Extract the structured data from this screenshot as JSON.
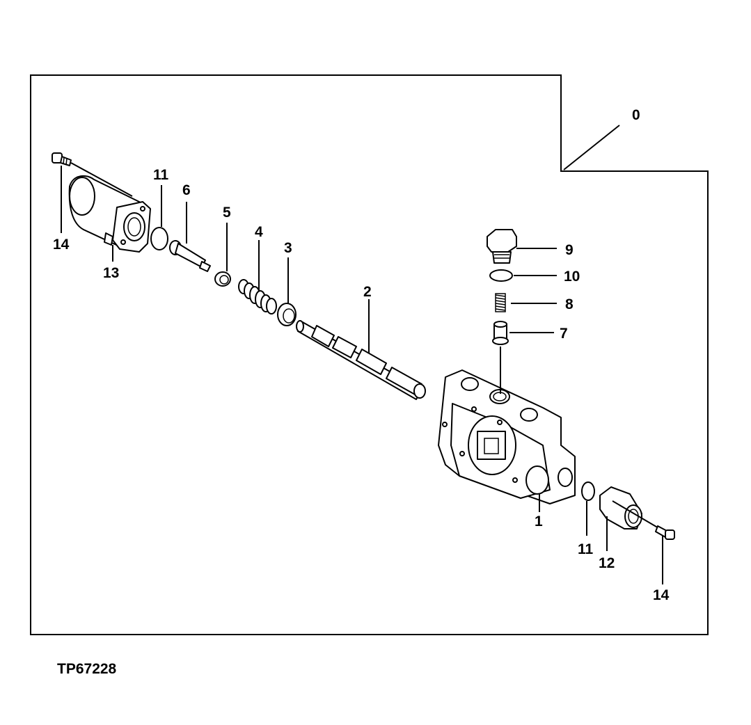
{
  "figure_id": "TP67228",
  "callouts": {
    "c0": "0",
    "c1": "1",
    "c2": "2",
    "c3": "3",
    "c4": "4",
    "c5": "5",
    "c6": "6",
    "c7": "7",
    "c8": "8",
    "c9": "9",
    "c10": "10",
    "c11a": "11",
    "c11b": "11",
    "c12": "12",
    "c13": "13",
    "c14a": "14",
    "c14b": "14"
  }
}
